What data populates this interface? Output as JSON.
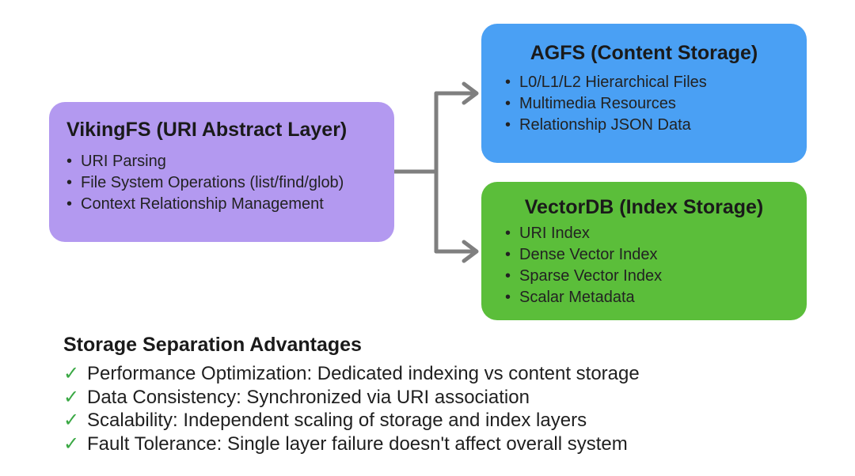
{
  "vikingfs": {
    "title": "VikingFS (URI Abstract Layer)",
    "items": [
      "URI Parsing",
      "File System Operations (list/find/glob)",
      "Context Relationship Management"
    ],
    "color": "#b399f0"
  },
  "agfs": {
    "title": "AGFS (Content Storage)",
    "items": [
      "L0/L1/L2 Hierarchical Files",
      "Multimedia Resources",
      "Relationship JSON Data"
    ],
    "color": "#4aa0f4"
  },
  "vectordb": {
    "title": "VectorDB (Index Storage)",
    "items": [
      "URI Index",
      "Dense Vector Index",
      "Sparse Vector Index",
      "Scalar Metadata"
    ],
    "color": "#5bbe3a"
  },
  "advantages": {
    "title": "Storage Separation Advantages",
    "check_glyph": "✓",
    "check_color": "#3aa844",
    "items": [
      "Performance Optimization: Dedicated indexing vs content storage",
      "Data Consistency: Synchronized via URI association",
      "Scalability: Independent scaling of storage and index layers",
      "Fault Tolerance: Single layer failure doesn't affect overall system"
    ]
  },
  "connector": {
    "color": "#7f7f7f",
    "icon": "arrow-right-icon"
  }
}
